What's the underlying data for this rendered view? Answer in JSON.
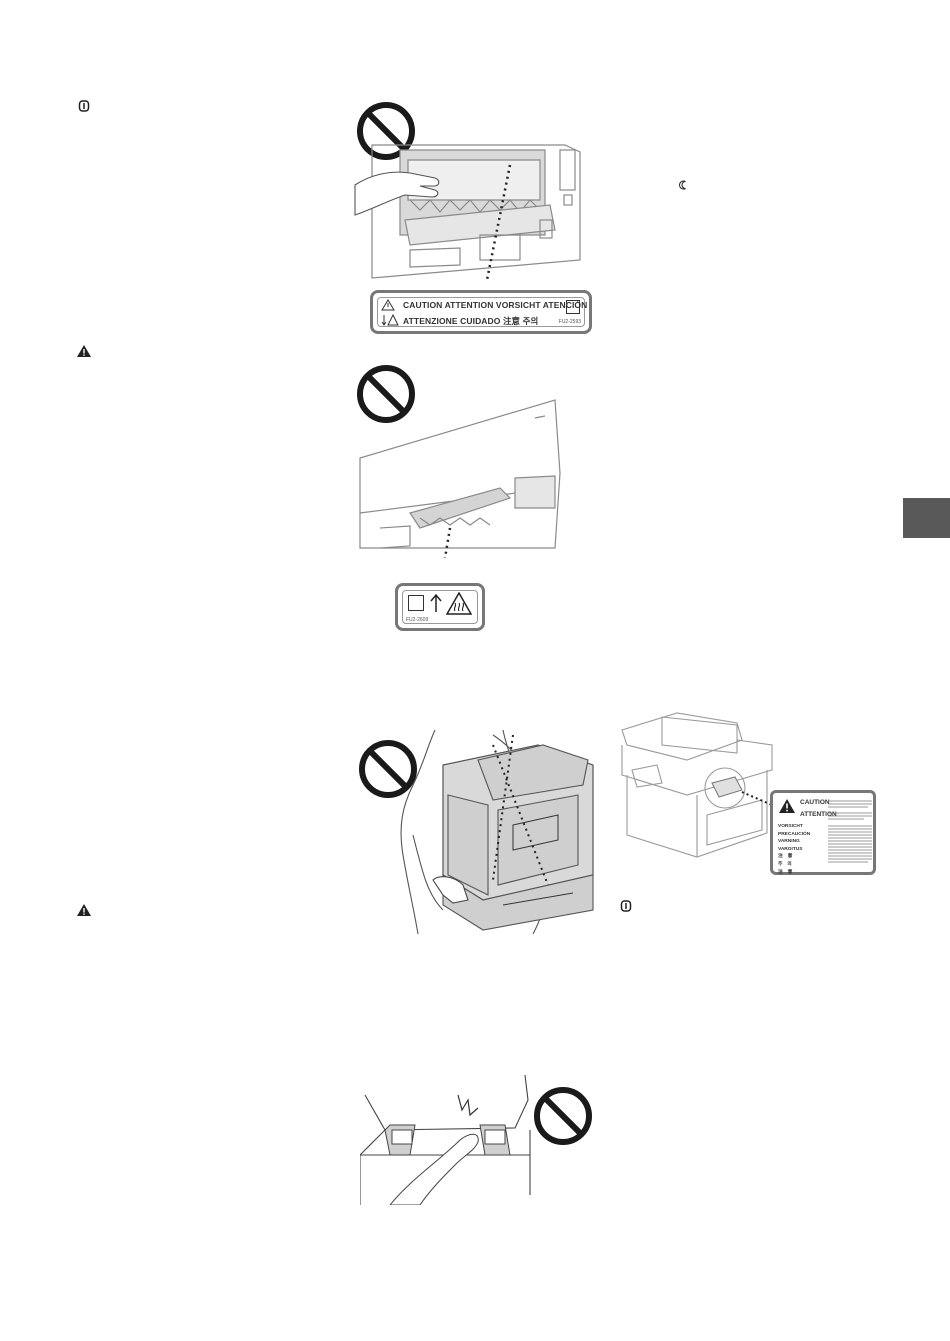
{
  "labels": {
    "caution_multilang": {
      "line1": "CAUTION   ATTENTION   VORSICHT   ATENCIÓN",
      "line2": "ATTENZIONE   CUIDADO   注意   주의",
      "code": "FU2-2593"
    },
    "heat_label": {
      "code": "FU2-2609"
    },
    "warning_label": {
      "caution": "CAUTION",
      "attention": "ATTENTION",
      "side_terms": [
        "VORSICHT",
        "PRECAUCIÓN",
        "VARNING",
        "VAROITUS",
        "注　意",
        "주　의",
        "注　意"
      ]
    }
  },
  "icons": [
    "info-icon",
    "warning-triangle-icon",
    "prohibition-icon",
    "heat-hazard-icon",
    "arrow-up-icon"
  ],
  "colors": {
    "tab": "#595959",
    "line_art": "#888888",
    "prohibition": "#1a1a1a"
  }
}
